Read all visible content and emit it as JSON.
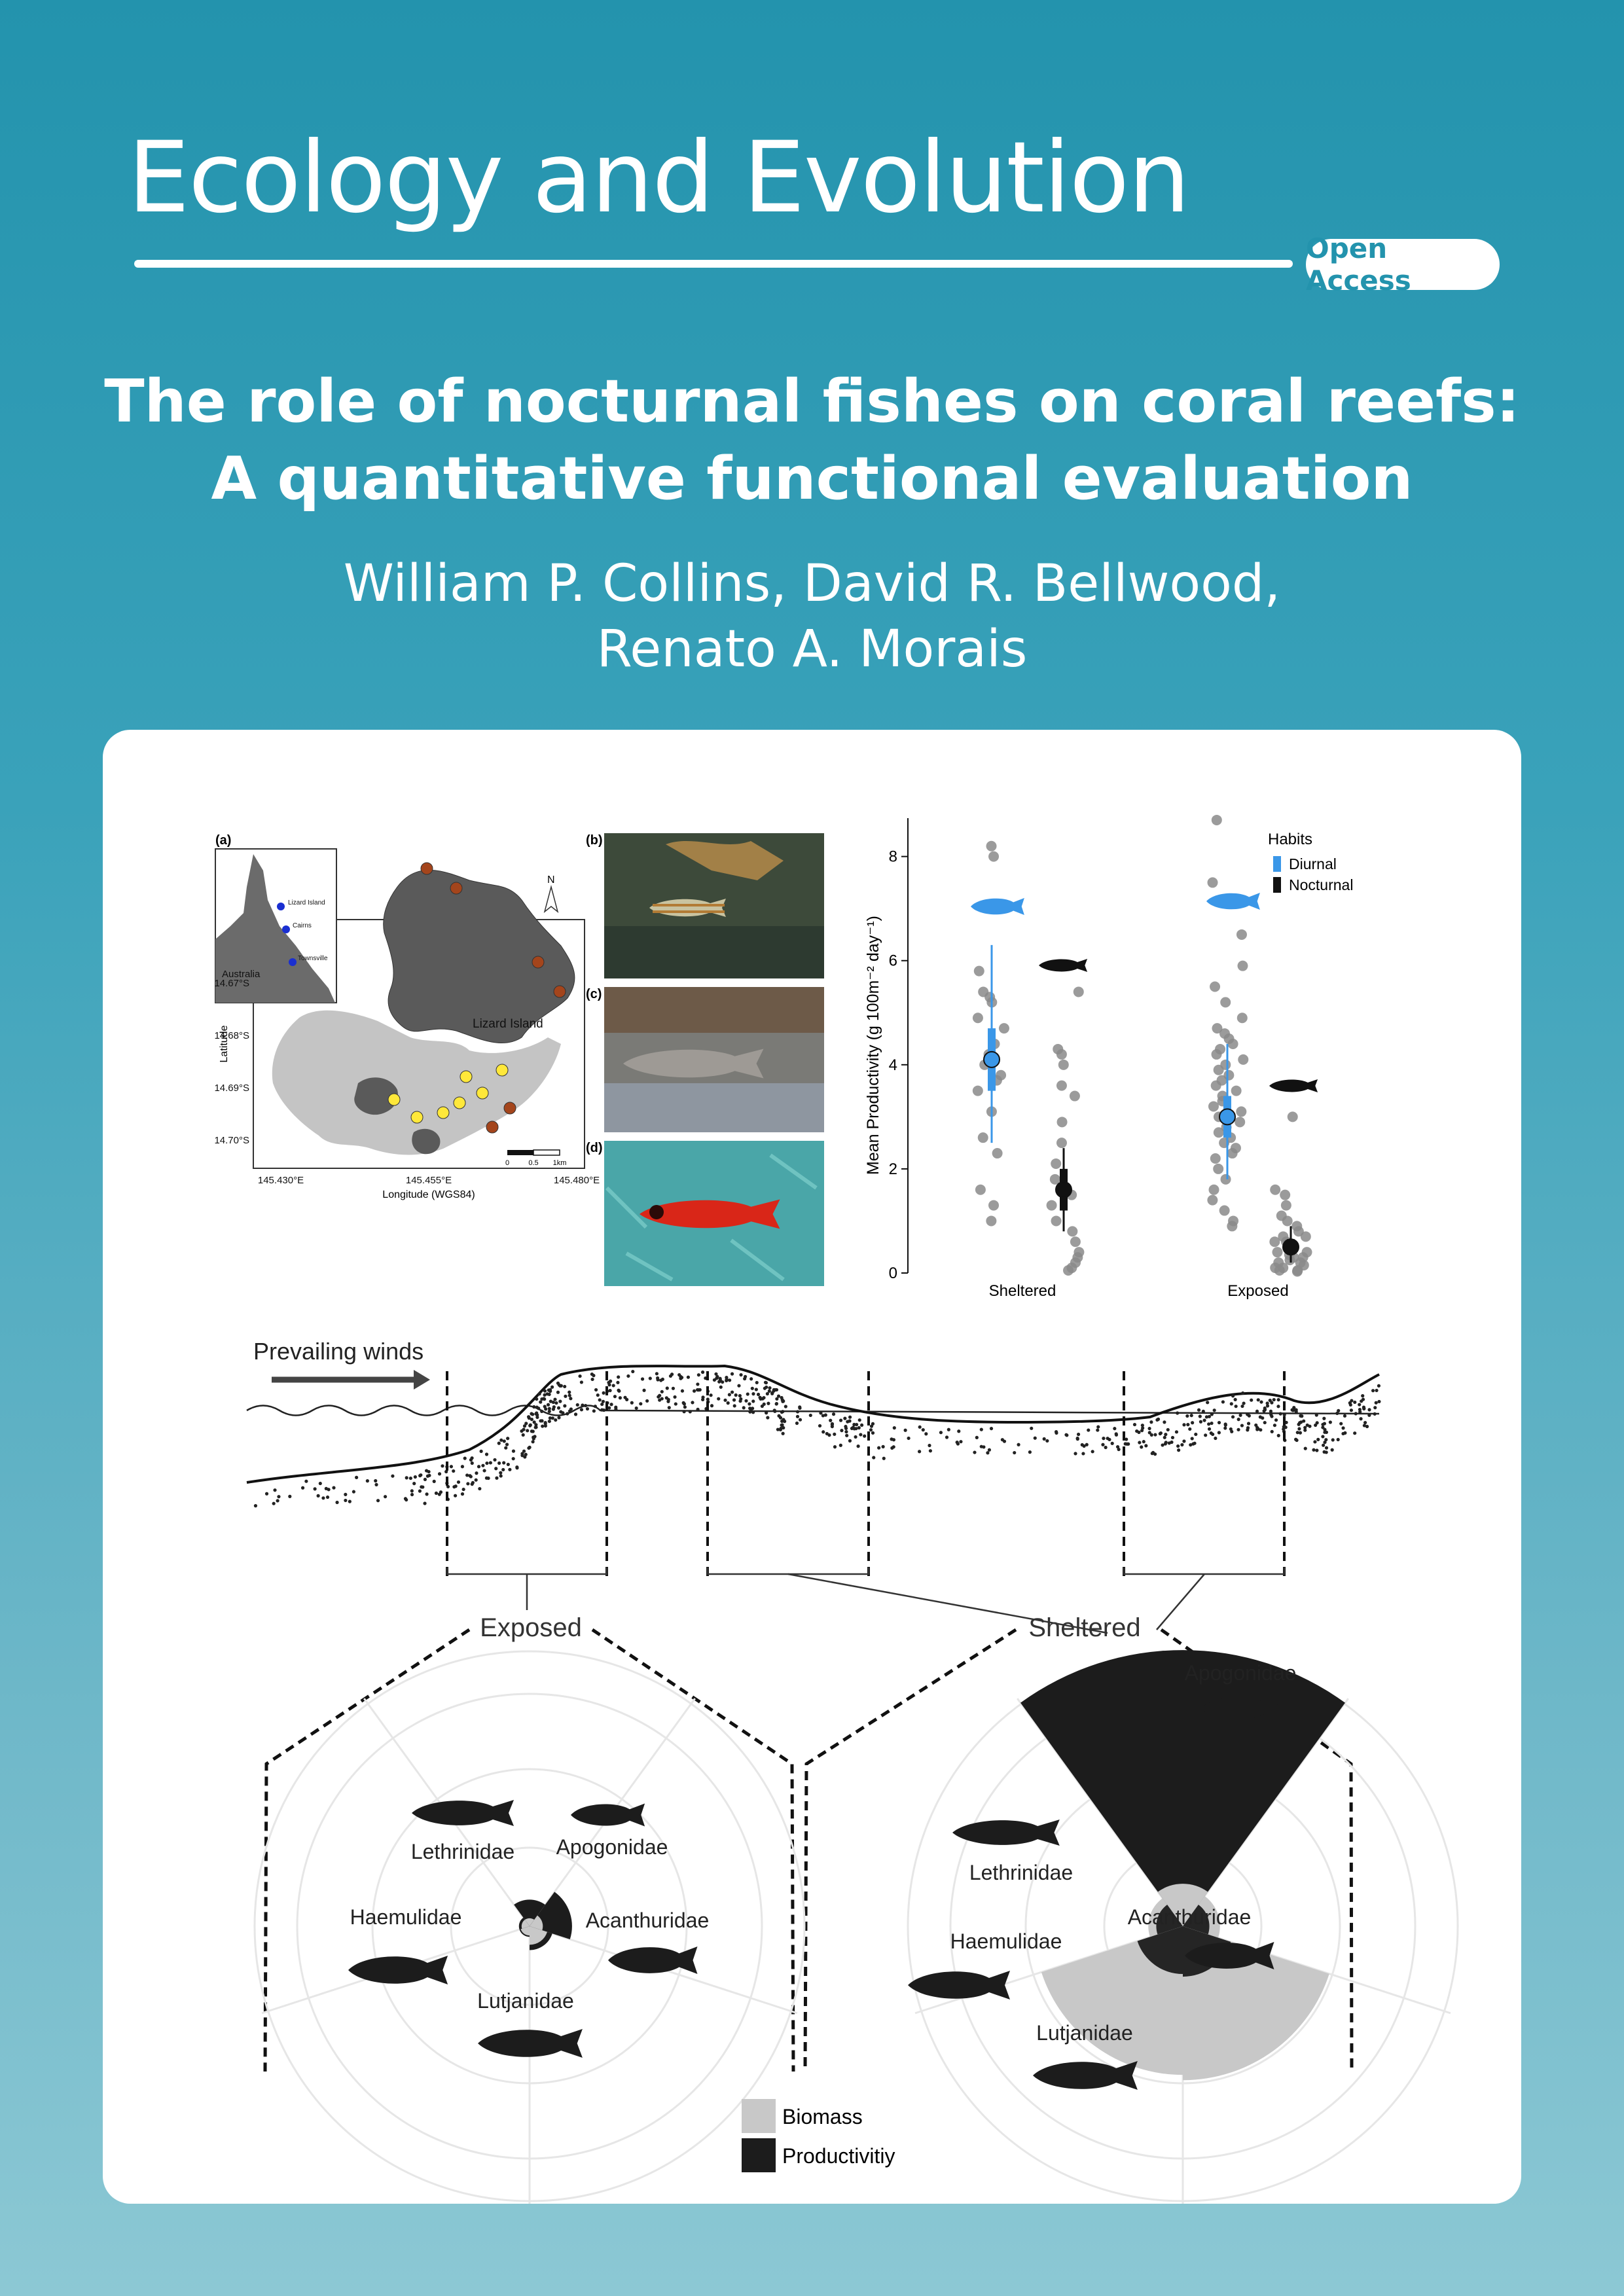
{
  "journal": {
    "name": "Ecology and Evolution",
    "badge": "Open Access"
  },
  "article": {
    "title_lines": [
      "The role of nocturnal fishes on coral reefs:",
      "A quantitative functional evaluation"
    ],
    "author_lines": [
      "William P. Collins, David R. Bellwood,",
      "Renato A. Morais"
    ]
  },
  "map_panel": {
    "panel_label": "(a)",
    "inset_places": [
      "Lizard Island",
      "Cairns",
      "Townsville"
    ],
    "inset_country": "Australia",
    "island_label": "Lizard Island",
    "north_label": "N",
    "ylabel": "Latitude",
    "xlabel": "Longitude (WGS84)",
    "lat_ticks": [
      "14.67°S",
      "14.68°S",
      "14.69°S",
      "14.70°S"
    ],
    "lon_ticks": [
      "145.430°E",
      "145.455°E",
      "145.480°E"
    ],
    "scale_labels": [
      "0",
      "0.5",
      "1km"
    ]
  },
  "photo_panels": [
    "(b)",
    "(c)",
    "(d)"
  ],
  "productivity_chart": {
    "chart_data": {
      "type": "scatter",
      "categories": [
        "Sheltered",
        "Exposed"
      ],
      "ylabel": "Mean Productivity (g 100m⁻² day⁻¹)",
      "ylim": [
        0,
        8.8
      ],
      "yticks": [
        0,
        2,
        4,
        6,
        8
      ],
      "legend": {
        "title": "Habits",
        "placement": "top-right"
      },
      "series": [
        {
          "name": "Diurnal",
          "color": "#3a97e8",
          "means": [
            4.1,
            3.0
          ],
          "ci": [
            [
              3.5,
              4.7
            ],
            [
              2.6,
              3.4
            ]
          ],
          "range": [
            [
              2.5,
              6.3
            ],
            [
              1.8,
              4.4
            ]
          ],
          "points": [
            [
              8.2,
              8.0,
              5.8,
              5.4,
              5.3,
              5.2,
              4.9,
              4.7,
              4.4,
              4.2,
              4.0,
              3.8,
              3.7,
              3.5,
              3.1,
              2.6,
              2.3,
              1.6,
              1.3,
              1.0
            ],
            [
              8.7,
              7.5,
              6.5,
              5.9,
              5.5,
              5.2,
              4.9,
              4.7,
              4.6,
              4.5,
              4.4,
              4.3,
              4.2,
              4.1,
              4.0,
              3.9,
              3.8,
              3.7,
              3.6,
              3.5,
              3.4,
              3.3,
              3.2,
              3.1,
              3.0,
              2.9,
              2.8,
              2.7,
              2.6,
              2.5,
              2.4,
              2.3,
              2.2,
              2.0,
              1.8,
              1.6,
              1.4,
              1.2,
              1.0,
              0.9
            ]
          ]
        },
        {
          "name": "Nocturnal",
          "color": "#111111",
          "means": [
            1.6,
            0.5
          ],
          "ci": [
            [
              1.2,
              2.0
            ],
            [
              0.35,
              0.65
            ]
          ],
          "range": [
            [
              0.8,
              2.4
            ],
            [
              0.2,
              0.9
            ]
          ],
          "points": [
            [
              5.4,
              4.3,
              4.2,
              4.0,
              3.6,
              3.4,
              2.9,
              2.5,
              2.1,
              1.8,
              1.5,
              1.3,
              1.0,
              0.8,
              0.6,
              0.4,
              0.3,
              0.2,
              0.1,
              0.05
            ],
            [
              3.0,
              1.6,
              1.5,
              1.3,
              1.1,
              1.0,
              0.9,
              0.8,
              0.7,
              0.7,
              0.6,
              0.6,
              0.5,
              0.5,
              0.4,
              0.4,
              0.35,
              0.3,
              0.3,
              0.25,
              0.2,
              0.2,
              0.15,
              0.1,
              0.1,
              0.05,
              0.05,
              0.03
            ]
          ]
        }
      ]
    }
  },
  "reef_profile": {
    "wind_label": "Prevailing winds",
    "zones": [
      "Exposed",
      "Sheltered"
    ]
  },
  "rose_charts": {
    "chart_data": [
      {
        "type": "bar",
        "zone": "Exposed",
        "categories": [
          "Apogonidae",
          "Acanthuridae",
          "Lutjanidae",
          "Haemulidae",
          "Lethrinidae"
        ],
        "series": [
          {
            "name": "Biomass",
            "values": [
              0.3,
              0.5,
              0.7,
              0.35,
              0.3
            ]
          },
          {
            "name": "Productivitiy",
            "values": [
              1.0,
              1.6,
              0.9,
              0.4,
              0.4
            ]
          }
        ]
      },
      {
        "type": "bar",
        "zone": "Sheltered",
        "categories": [
          "Apogonidae",
          "Acanthuridae",
          "Lutjanidae",
          "Haemulidae",
          "Lethrinidae"
        ],
        "series": [
          {
            "name": "Biomass",
            "values": [
              1.6,
              1.4,
              5.8,
              5.6,
              1.3
            ]
          },
          {
            "name": "Productivitiy",
            "values": [
              10.4,
              1.0,
              1.9,
              1.8,
              1.0
            ]
          }
        ]
      }
    ],
    "legend": [
      "Biomass",
      "Productivitiy"
    ],
    "colors": {
      "biomass": "#c8c8c8",
      "productivity": "#1c1c1c"
    }
  }
}
